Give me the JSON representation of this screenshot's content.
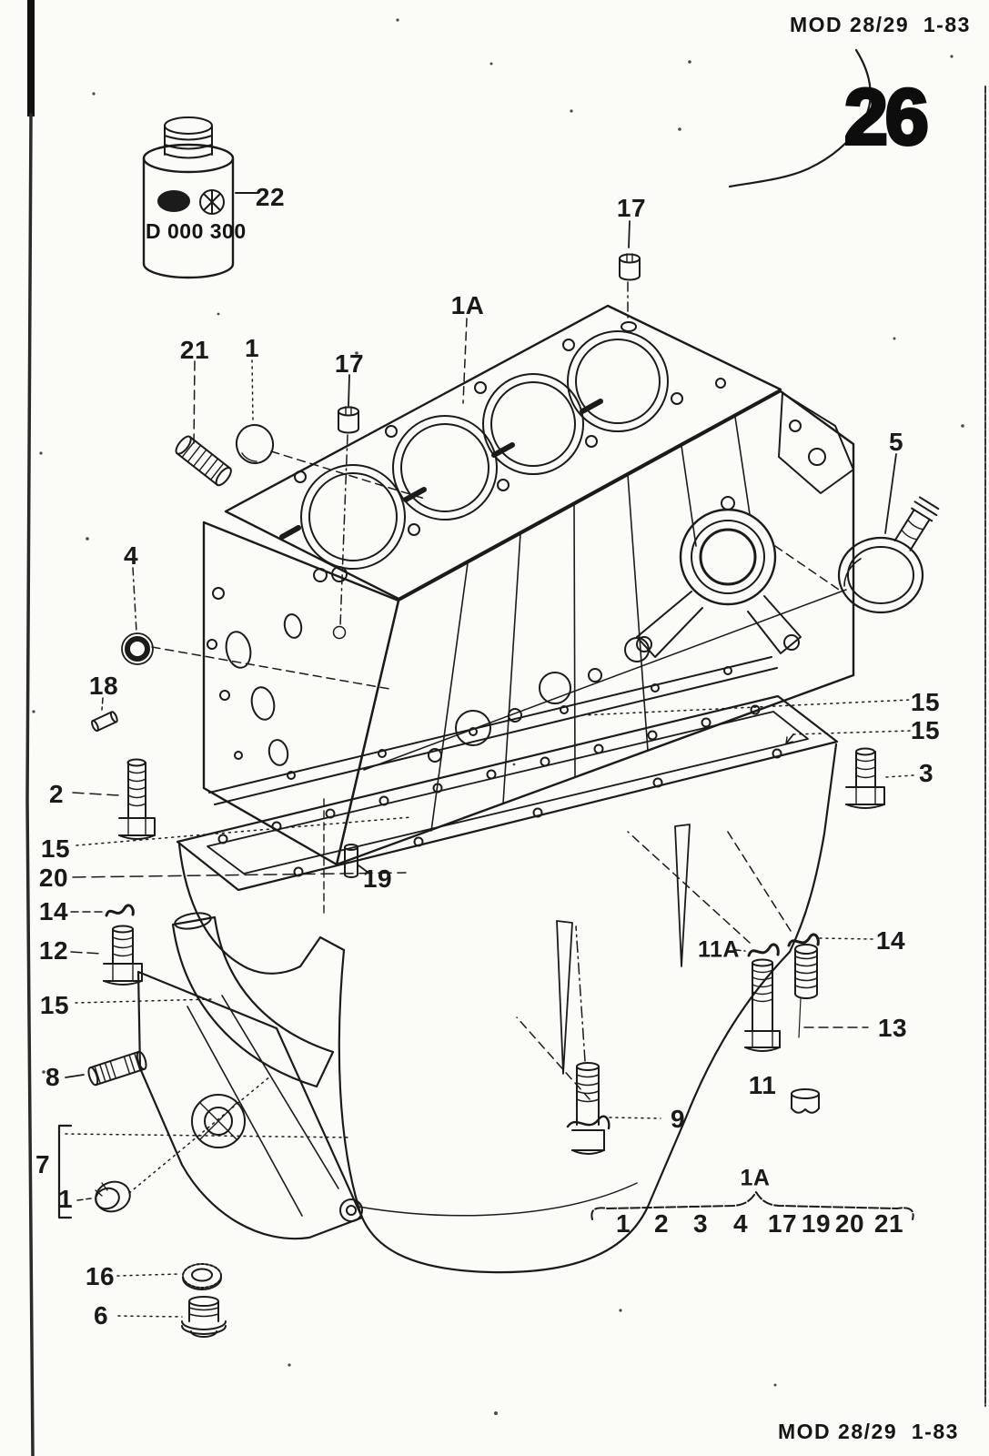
{
  "page": {
    "header_code": "MOD 28/29  1-83",
    "page_number": "26",
    "footer_code": "MOD 28/29  1-83"
  },
  "oil_can": {
    "part_text": "D 000 300"
  },
  "callouts": [
    {
      "label": "22"
    },
    {
      "label": "17"
    },
    {
      "label": "1A"
    },
    {
      "label": "21"
    },
    {
      "label": "1"
    },
    {
      "label": "17"
    },
    {
      "label": "5"
    },
    {
      "label": "4"
    },
    {
      "label": "18"
    },
    {
      "label": "2"
    },
    {
      "label": "15"
    },
    {
      "label": "20"
    },
    {
      "label": "14"
    },
    {
      "label": "12"
    },
    {
      "label": "15"
    },
    {
      "label": "8"
    },
    {
      "label": "7"
    },
    {
      "label": "1"
    },
    {
      "label": "16"
    },
    {
      "label": "6"
    },
    {
      "label": "19"
    },
    {
      "label": "15"
    },
    {
      "label": "15"
    },
    {
      "label": "3"
    },
    {
      "label": "11A"
    },
    {
      "label": "14"
    },
    {
      "label": "13"
    },
    {
      "label": "11"
    },
    {
      "label": "9"
    }
  ],
  "legend": {
    "group_label": "1A",
    "items": [
      "1",
      "2",
      "3",
      "4",
      "17",
      "19",
      "20",
      "21"
    ]
  }
}
